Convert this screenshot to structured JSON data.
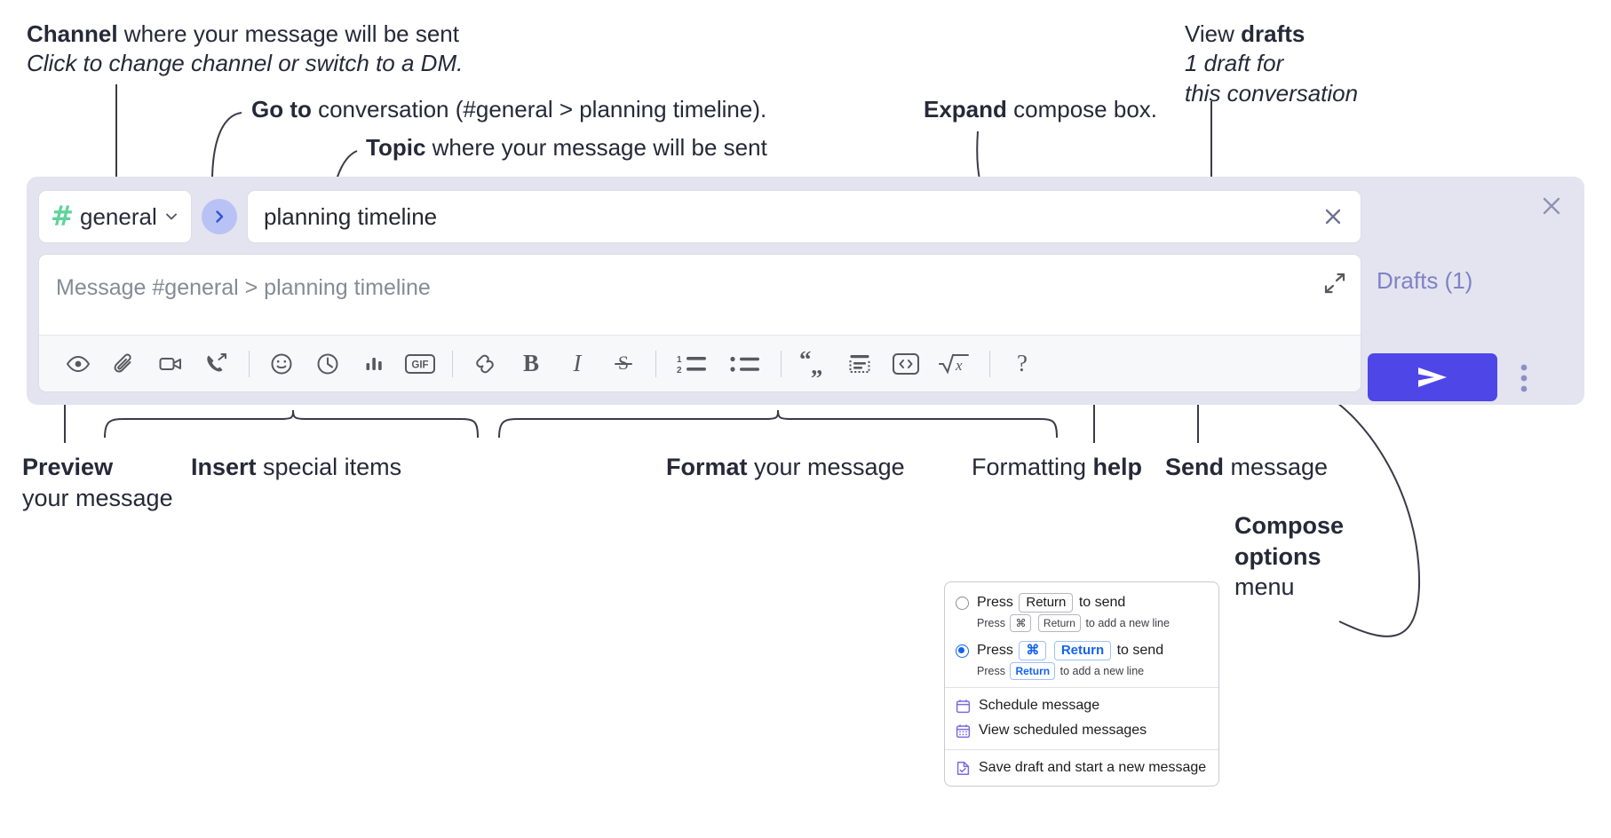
{
  "annotations": {
    "channel": {
      "bold": "Channel",
      "rest": " where your message will be sent",
      "italic": "Click to change channel or switch to a DM."
    },
    "goto": {
      "bold": "Go to",
      "rest": " conversation (#general > planning timeline)."
    },
    "topic": {
      "bold": "Topic",
      "rest": " where your message will be sent"
    },
    "expand": {
      "bold": "Expand",
      "rest": " compose box."
    },
    "drafts": {
      "normal": "View ",
      "bold": "drafts",
      "italic1": "1 draft for",
      "italic2": "this conversation"
    },
    "preview": {
      "bold": "Preview",
      "rest": "your message"
    },
    "insert": {
      "bold": "Insert",
      "rest": " special items"
    },
    "format": {
      "bold": "Format",
      "rest": " your message"
    },
    "help": {
      "normal": "Formatting ",
      "bold": "help"
    },
    "send": {
      "bold": "Send",
      "rest": " message"
    },
    "compose_options": {
      "bold1": "Compose",
      "bold2": "options",
      "rest": "menu"
    }
  },
  "compose": {
    "channel": {
      "hash": "#",
      "name": "general",
      "chevron_icon": "chevron-down-icon"
    },
    "goto_icon": "chevron-right-icon",
    "topic": {
      "value": "planning timeline",
      "clear_icon": "close-icon"
    },
    "message": {
      "placeholder": "Message #general > planning timeline",
      "value": "",
      "expand_icon": "expand-icon"
    },
    "toolbar": [
      {
        "name": "preview-button",
        "icon": "eye-icon",
        "label": "Preview"
      },
      {
        "name": "attach-button",
        "icon": "paperclip-icon",
        "label": "Attach file"
      },
      {
        "name": "video-button",
        "icon": "video-camera-icon",
        "label": "Record video clip"
      },
      {
        "name": "huddle-button",
        "icon": "phone-forward-icon",
        "label": "Start huddle"
      },
      {
        "name": "separator-1",
        "icon": "divider",
        "label": ""
      },
      {
        "name": "emoji-button",
        "icon": "smiley-icon",
        "label": "Emoji"
      },
      {
        "name": "reminder-button",
        "icon": "clock-icon",
        "label": "Reminder"
      },
      {
        "name": "poll-button",
        "icon": "bar-chart-icon",
        "label": "Poll"
      },
      {
        "name": "gif-button",
        "icon": "gif-icon",
        "label": "GIF"
      },
      {
        "name": "separator-2",
        "icon": "divider",
        "label": ""
      },
      {
        "name": "link-button",
        "icon": "link-icon",
        "label": "Link"
      },
      {
        "name": "bold-button",
        "icon": "bold-icon",
        "label": "B"
      },
      {
        "name": "italic-button",
        "icon": "italic-icon",
        "label": "I"
      },
      {
        "name": "strikethrough-button",
        "icon": "strikethrough-icon",
        "label": "S"
      },
      {
        "name": "separator-3",
        "icon": "divider",
        "label": ""
      },
      {
        "name": "ordered-list-button",
        "icon": "ordered-list-icon",
        "label": "Ordered list"
      },
      {
        "name": "bulleted-list-button",
        "icon": "bulleted-list-icon",
        "label": "Bulleted list"
      },
      {
        "name": "separator-4",
        "icon": "divider",
        "label": ""
      },
      {
        "name": "blockquote-button",
        "icon": "quote-icon",
        "label": "Blockquote"
      },
      {
        "name": "code-block-button",
        "icon": "code-block-icon",
        "label": "Code block"
      },
      {
        "name": "code-button",
        "icon": "code-icon",
        "label": "Code"
      },
      {
        "name": "math-button",
        "icon": "square-root-icon",
        "label": "Math"
      },
      {
        "name": "separator-5",
        "icon": "divider",
        "label": ""
      },
      {
        "name": "help-button",
        "icon": "question-mark-icon",
        "label": "?"
      }
    ],
    "drafts_label": "Drafts (1)",
    "send_icon": "paper-plane-icon",
    "kebab_icon": "more-vertical-icon",
    "close_icon": "close-icon"
  },
  "compose_menu": {
    "options": [
      {
        "selected": false,
        "prefix": "Press",
        "keys": [
          "Return"
        ],
        "suffix": "to send",
        "sub_prefix": "Press",
        "sub_keys": [
          "⌘",
          "Return"
        ],
        "sub_suffix": "to add a new line"
      },
      {
        "selected": true,
        "prefix": "Press",
        "keys": [
          "⌘",
          "Return"
        ],
        "suffix": "to send",
        "sub_prefix": "Press",
        "sub_keys": [
          "Return"
        ],
        "sub_suffix": "to add a new line"
      }
    ],
    "items": [
      {
        "icon": "calendar-icon",
        "label": "Schedule message"
      },
      {
        "icon": "calendar-grid-icon",
        "label": "View scheduled messages"
      },
      {
        "icon": "saved-draft-icon",
        "label": "Save draft and start a new message",
        "divider_above": true
      }
    ]
  },
  "colors": {
    "accent": "#4f46e8",
    "compose_bg": "#e3e4ef",
    "hash_green": "#5fd39a",
    "goto_bubble": "#b9c2f5",
    "drafts_text": "#7f82c4",
    "menu_icon_purple": "#7c6ce0",
    "radio_blue": "#1264f0"
  }
}
